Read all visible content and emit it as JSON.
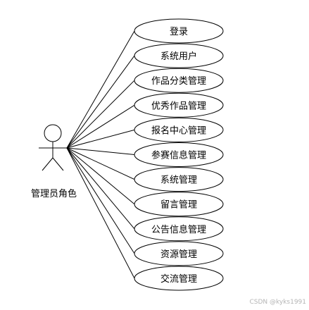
{
  "diagram": {
    "actor": {
      "name": "管理员角色",
      "icon": "stick-figure-actor-icon"
    },
    "use_cases": [
      {
        "label": "登录"
      },
      {
        "label": "系统用户"
      },
      {
        "label": "作品分类管理"
      },
      {
        "label": "优秀作品管理"
      },
      {
        "label": "报名中心管理"
      },
      {
        "label": "参赛信息管理"
      },
      {
        "label": "系统管理"
      },
      {
        "label": "留言管理"
      },
      {
        "label": "公告信息管理"
      },
      {
        "label": "资源管理"
      },
      {
        "label": "交流管理"
      }
    ]
  },
  "watermark": "CSDN @kyks1991",
  "colors": {
    "line": "#000000",
    "ellipse_fill": "#ffffff",
    "ellipse_stroke": "#000000",
    "text": "#000000",
    "watermark": "#b5b5b5"
  }
}
